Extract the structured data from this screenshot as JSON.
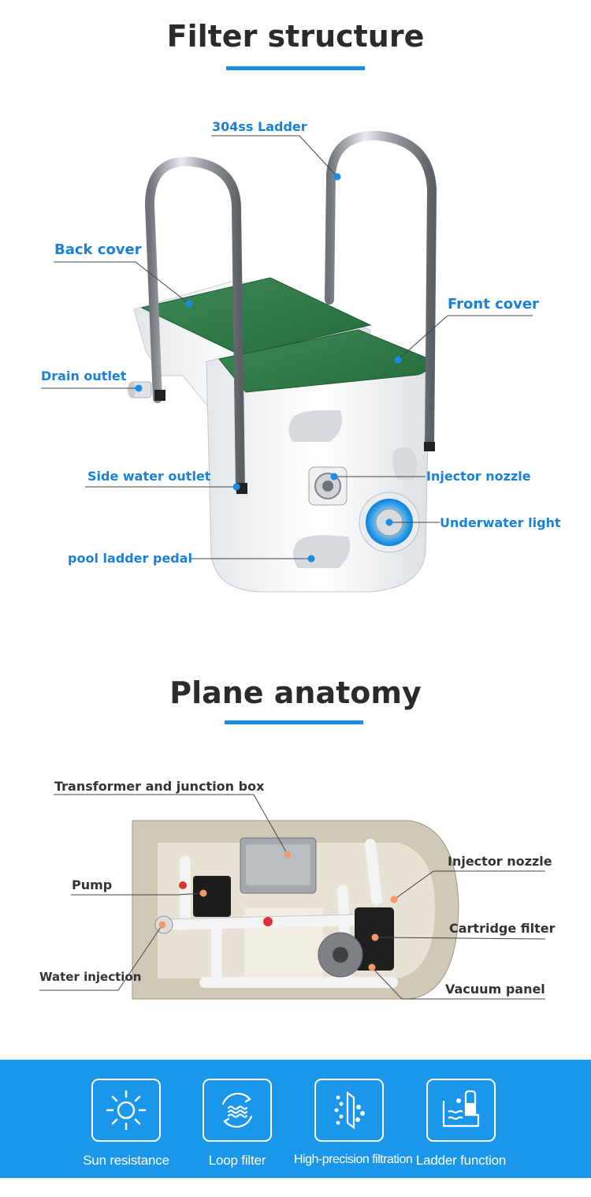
{
  "section1": {
    "title": "Filter structure",
    "labels": {
      "ladder": "304ss Ladder",
      "back_cover": "Back cover",
      "front_cover": "Front cover",
      "drain_outlet": "Drain outlet",
      "side_water_outlet": "Side water outlet",
      "injector_nozzle": "Injector nozzle",
      "underwater_light": "Underwater light",
      "pedal": "pool ladder pedal"
    }
  },
  "section2": {
    "title": "Plane anatomy",
    "labels": {
      "transformer": "Transformer and junction box",
      "pump": "Pump",
      "water_injection": "Water injection",
      "injector_nozzle": "Injector nozzle",
      "cartridge_filter": "Cartridge filter",
      "vacuum_panel": "Vacuum panel"
    }
  },
  "features": [
    {
      "label": "Sun resistance",
      "icon": "sun-icon"
    },
    {
      "label": "Loop filter",
      "icon": "loop-filter-icon"
    },
    {
      "label": "High-precision filtration",
      "icon": "filtration-icon"
    },
    {
      "label": "Ladder function",
      "icon": "ladder-icon"
    }
  ],
  "colors": {
    "accent": "#1a8be6",
    "band": "#1a96ea",
    "label_blue": "#1a80d8",
    "cover_green": "#2f7a4a",
    "callout_dot_orange": "#f39a68"
  }
}
